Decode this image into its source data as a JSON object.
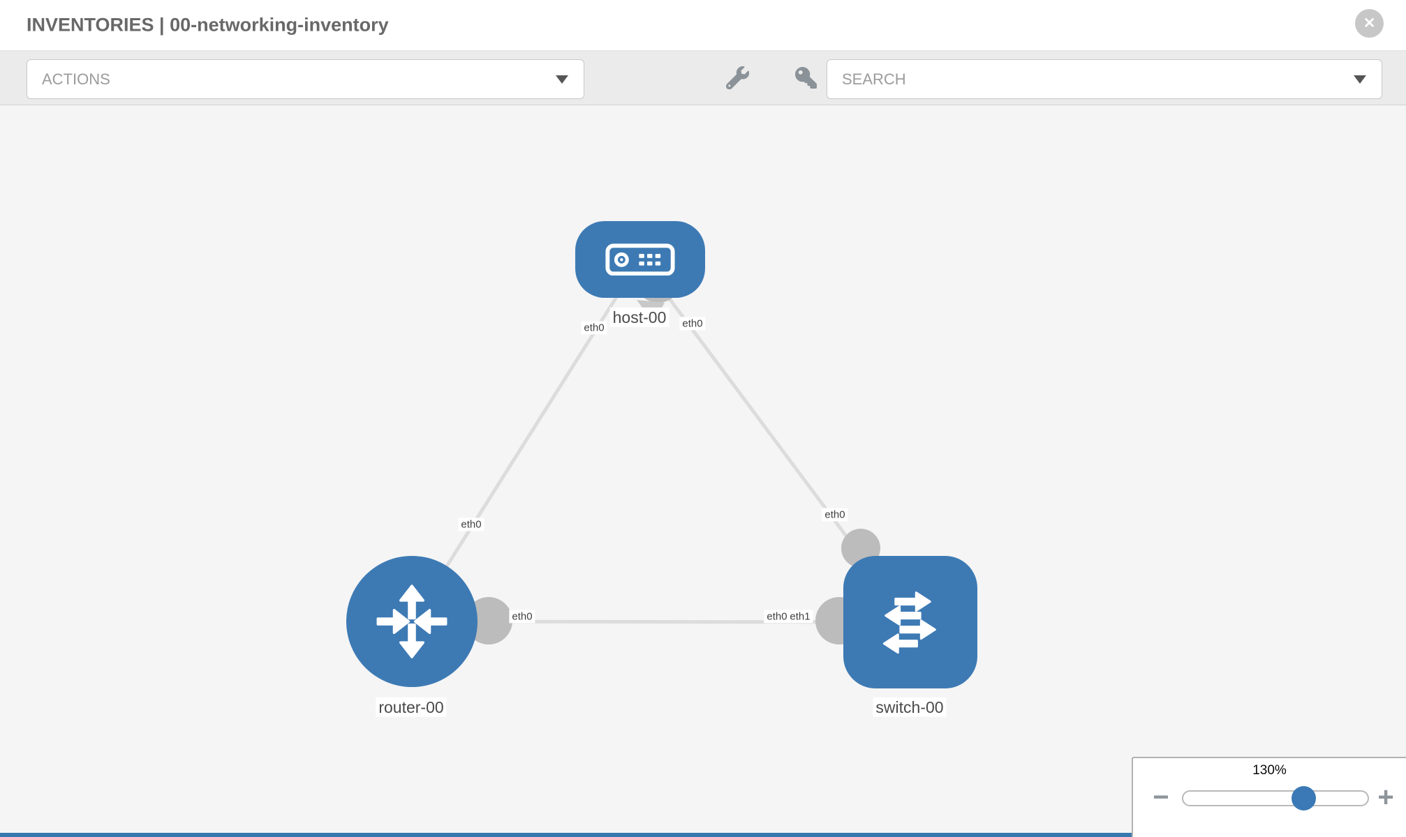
{
  "header": {
    "title": "INVENTORIES | 00-networking-inventory",
    "close_icon": "✕"
  },
  "toolbar": {
    "actions_placeholder": "ACTIONS",
    "search_placeholder": "SEARCH",
    "icon_names": [
      "wrench-icon",
      "key-icon"
    ]
  },
  "topology": {
    "nodes": [
      {
        "id": "host-00",
        "type": "host",
        "label": "host-00"
      },
      {
        "id": "router-00",
        "type": "router",
        "label": "router-00"
      },
      {
        "id": "switch-00",
        "type": "switch",
        "label": "switch-00"
      }
    ],
    "links": [
      {
        "from": "host-00",
        "to": "router-00"
      },
      {
        "from": "host-00",
        "to": "switch-00"
      },
      {
        "from": "router-00",
        "to": "switch-00"
      }
    ],
    "port_labels": {
      "host_left": "eth0",
      "host_right": "eth0",
      "router_top": "eth0",
      "router_right": "eth0",
      "switch_top": "eth0",
      "switch_left_back": "eth0",
      "switch_left_front": "eth1"
    }
  },
  "zoom_control": {
    "level": "130%",
    "minus": "−",
    "plus": "+"
  },
  "colors": {
    "node_blue": "#3d7ab4",
    "link_gray": "#dcdcdc",
    "port_gray": "#bcbcbc",
    "canvas_bg": "#f5f5f5",
    "toolbar_bg": "#ebebeb",
    "accent_thumb": "#3a79b5"
  }
}
